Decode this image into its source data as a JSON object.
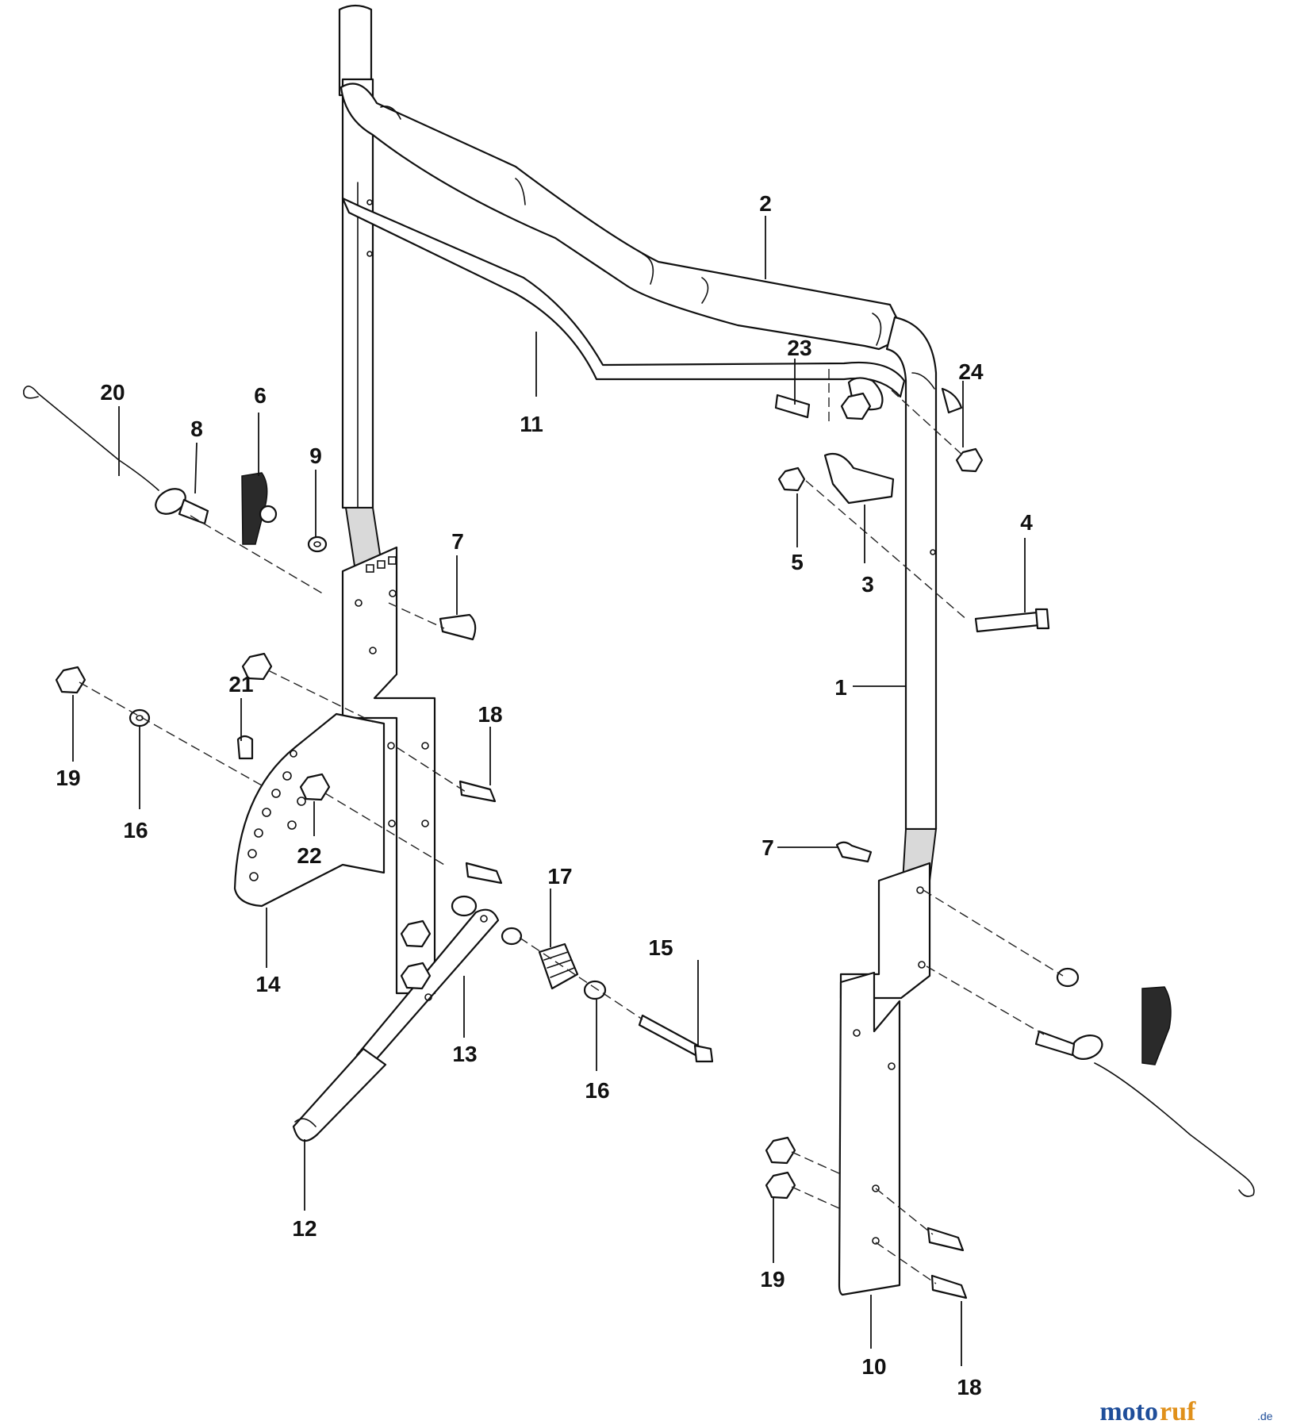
{
  "labels": {
    "l1": "1",
    "l2": "2",
    "l3": "3",
    "l4": "4",
    "l5": "5",
    "l6": "6",
    "l7a": "7",
    "l7b": "7",
    "l8": "8",
    "l9": "9",
    "l10": "10",
    "l11": "11",
    "l12": "12",
    "l13": "13",
    "l14": "14",
    "l15": "15",
    "l16a": "16",
    "l16b": "16",
    "l17": "17",
    "l18a": "18",
    "l18b": "18",
    "l19a": "19",
    "l19b": "19",
    "l20": "20",
    "l21": "21",
    "l22": "22",
    "l23": "23",
    "l24": "24"
  },
  "watermark": {
    "brand_a": "moto",
    "brand_b": "ruf",
    "suffix": ".de"
  }
}
